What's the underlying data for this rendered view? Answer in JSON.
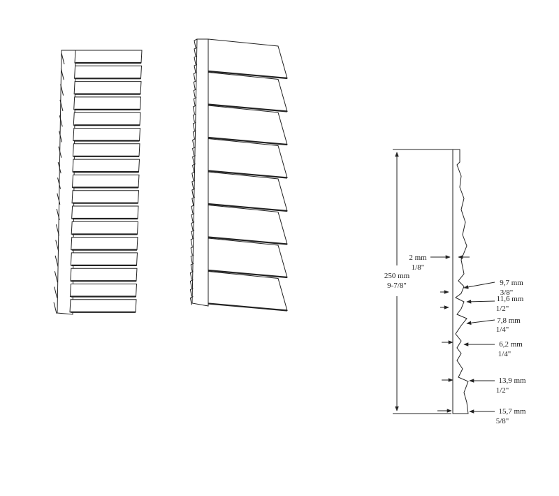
{
  "figure": {
    "views": [
      "small-shelf-rack-view",
      "large-shelf-rack-view",
      "profile-section-view"
    ]
  },
  "dimensions": {
    "height": {
      "metric": "250 mm",
      "imperial": "9-7/8\""
    },
    "gap": {
      "metric": "2 mm",
      "imperial": "1/8\""
    },
    "tooth_1": {
      "metric": "9,7 mm",
      "imperial": "3/8\""
    },
    "tooth_2": {
      "metric": "11,6 mm",
      "imperial": "1/2\""
    },
    "tooth_3": {
      "metric": "7,8 mm",
      "imperial": "1/4\""
    },
    "tooth_4": {
      "metric": "6,2 mm",
      "imperial": "1/4\""
    },
    "tooth_5": {
      "metric": "13,9 mm",
      "imperial": "1/2\""
    },
    "base": {
      "metric": "15,7 mm",
      "imperial": "5/8\""
    }
  }
}
